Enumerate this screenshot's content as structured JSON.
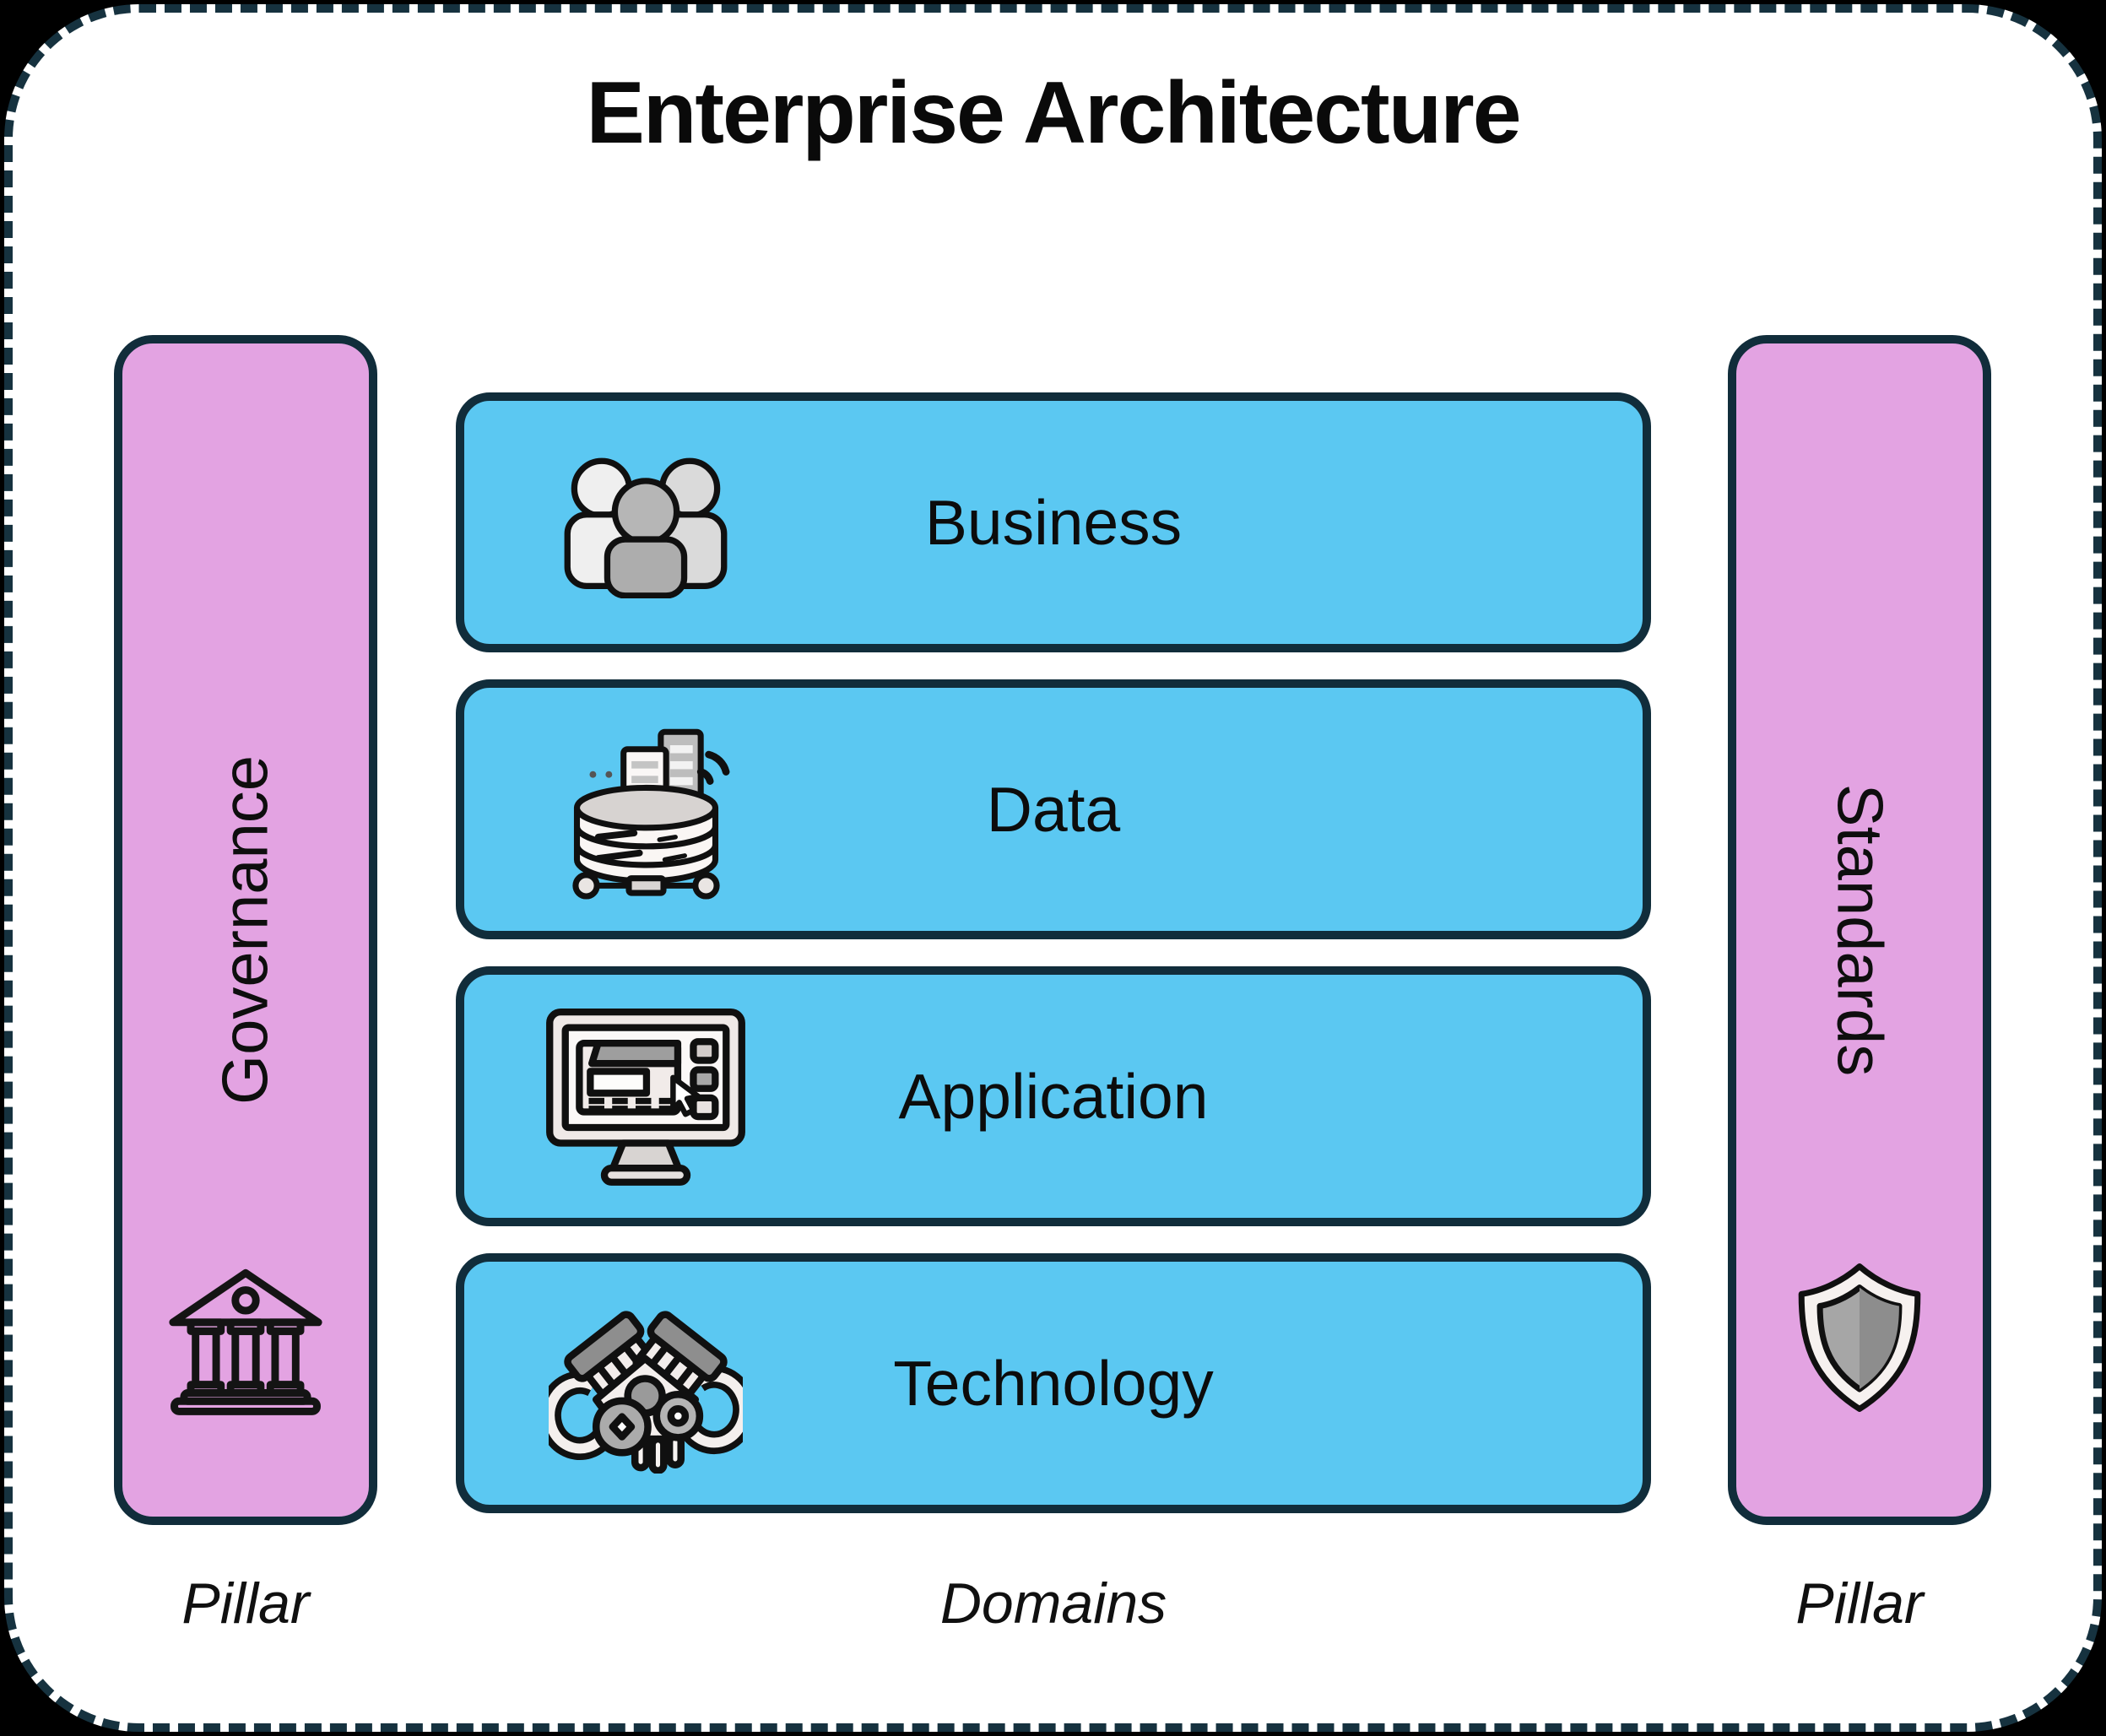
{
  "title": "Enterprise Architecture",
  "pillars": {
    "left": {
      "label": "Governance",
      "caption": "Pillar",
      "icon": "bank-icon"
    },
    "right": {
      "label": "Standards",
      "caption": "Pillar",
      "icon": "shield-icon"
    }
  },
  "domains": {
    "caption": "Domains",
    "items": [
      {
        "label": "Business",
        "icon": "people-icon"
      },
      {
        "label": "Data",
        "icon": "database-icon"
      },
      {
        "label": "Application",
        "icon": "monitor-icon"
      },
      {
        "label": "Technology",
        "icon": "engine-icon"
      }
    ]
  },
  "colors": {
    "canvas_background": "#000000",
    "card_background": "#FFFFFF",
    "dashed_border": "#16323F",
    "box_border": "#112D3B",
    "pillar_fill": "#E3A3E2",
    "domain_fill": "#5BC8F2",
    "text": "#0E0E0E"
  }
}
